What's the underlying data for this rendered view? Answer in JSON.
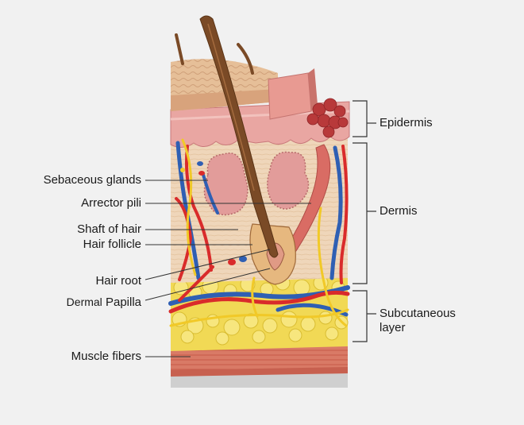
{
  "labels": {
    "sebaceous": "Sebaceous glands",
    "arrector": "Arrector pili",
    "shaft": "Shaft of hair",
    "follicle": "Hair follicle",
    "root": "Hair root",
    "dermal": "Dermal",
    "papilla": "Papilla",
    "muscle": "Muscle fibers",
    "epidermis": "Epidermis",
    "dermis": "Dermis",
    "subcutaneous_1": "Subcutaneous",
    "subcutaneous_2": "layer"
  },
  "colors": {
    "epidermis_top": "#e2b894",
    "epidermis_pink": "#e8a3a0",
    "dermis": "#efd7bc",
    "fat": "#f3dc5a",
    "muscle": "#d86c5e",
    "artery": "#d92b2b",
    "vein": "#2f5fb3",
    "nerve": "#f1c928",
    "hair": "#7a4a26"
  }
}
